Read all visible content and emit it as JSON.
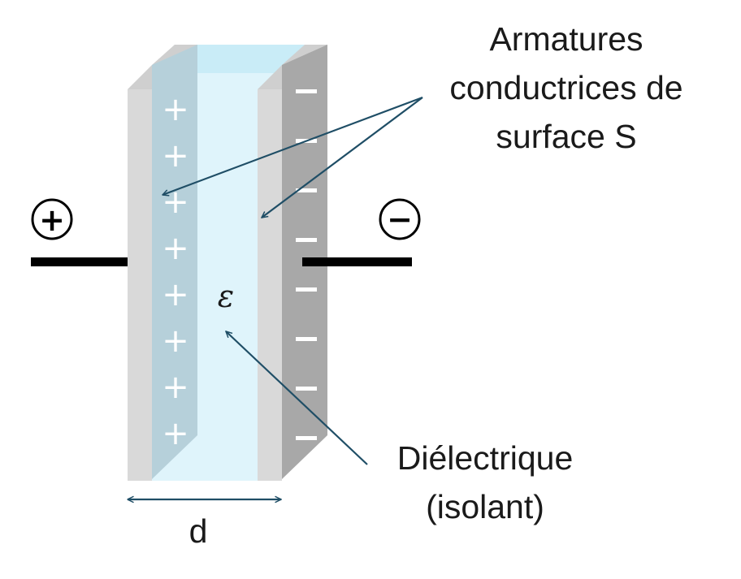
{
  "labels": {
    "armatures_line1": "Armatures",
    "armatures_line2": "conductrices de",
    "armatures_line3": "surface S",
    "dielectric_line1": "Diélectrique",
    "dielectric_line2": "(isolant)",
    "epsilon": "ε",
    "distance": "d"
  },
  "terminals": {
    "positive_symbol": "+",
    "negative_symbol": "−"
  },
  "charges": {
    "left_plate_sign": "+",
    "right_plate_sign": "−",
    "left_plate_count": 8,
    "right_plate_count": 8
  },
  "colors": {
    "plate_face": "#d9d9d9",
    "plate_edge": "#c4c4c4",
    "left_inner": "#b6d0da",
    "right_inner": "#a8a8a8",
    "dielectric": "#dff4fb",
    "arrow": "#1f4e66",
    "wire": "#000000"
  }
}
